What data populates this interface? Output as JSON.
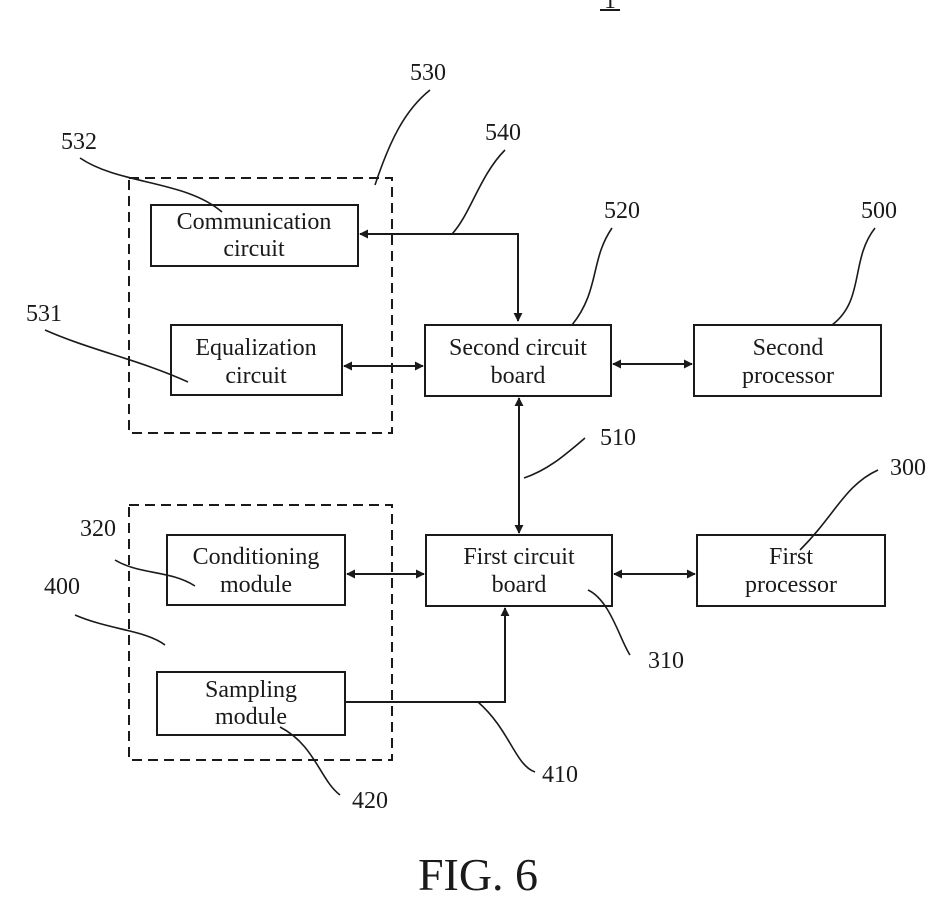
{
  "figure": {
    "caption": "FIG. 6",
    "top_ref": "1"
  },
  "blocks": {
    "communication_circuit": {
      "line1": "Communication",
      "line2": "circuit"
    },
    "equalization_circuit": {
      "line1": "Equalization",
      "line2": "circuit"
    },
    "second_circuit_board": {
      "line1": "Second circuit",
      "line2": "board"
    },
    "second_processor": {
      "line1": "Second",
      "line2": "processor"
    },
    "conditioning_module": {
      "line1": "Conditioning",
      "line2": "module"
    },
    "first_circuit_board": {
      "line1": "First circuit",
      "line2": "board"
    },
    "first_processor": {
      "line1": "First",
      "line2": "processor"
    },
    "sampling_module": {
      "line1": "Sampling",
      "line2": "module"
    }
  },
  "refs": {
    "r530": "530",
    "r532": "532",
    "r540": "540",
    "r520": "520",
    "r500": "500",
    "r531": "531",
    "r510": "510",
    "r300": "300",
    "r320": "320",
    "r400": "400",
    "r310": "310",
    "r410": "410",
    "r420": "420"
  }
}
